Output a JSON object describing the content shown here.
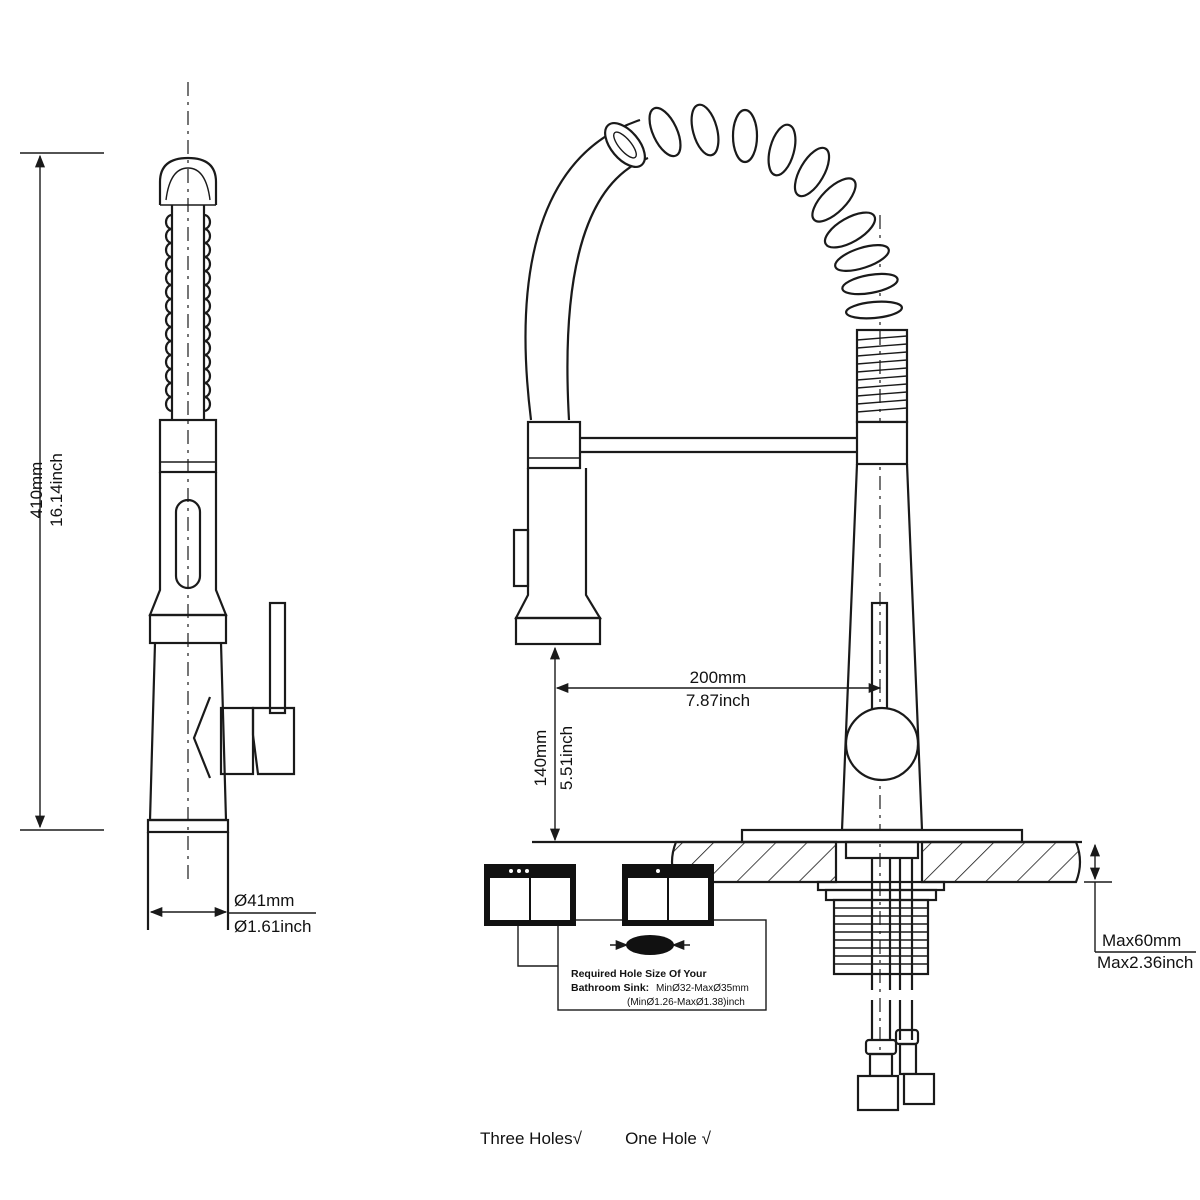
{
  "dimensions": {
    "total_height_mm": "410mm",
    "total_height_inch": "16.14inch",
    "base_diameter_mm": "Ø41mm",
    "base_diameter_inch": "Ø1.61inch",
    "reach_mm": "200mm",
    "reach_inch": "7.87inch",
    "spout_height_mm": "140mm",
    "spout_height_inch": "5.51inch",
    "deck_thickness_mm": "Max60mm",
    "deck_thickness_inch": "Max2.36inch"
  },
  "hole_info": {
    "title_line1": "Required Hole Size Of Your",
    "title_line2": "Bathroom Sink:",
    "range_mm": "MinØ32-MaxØ35mm",
    "range_inch": "(MinØ1.26-MaxØ1.38)inch"
  },
  "install_options": [
    {
      "label": "Three Holes√"
    },
    {
      "label": "One Hole √"
    }
  ]
}
